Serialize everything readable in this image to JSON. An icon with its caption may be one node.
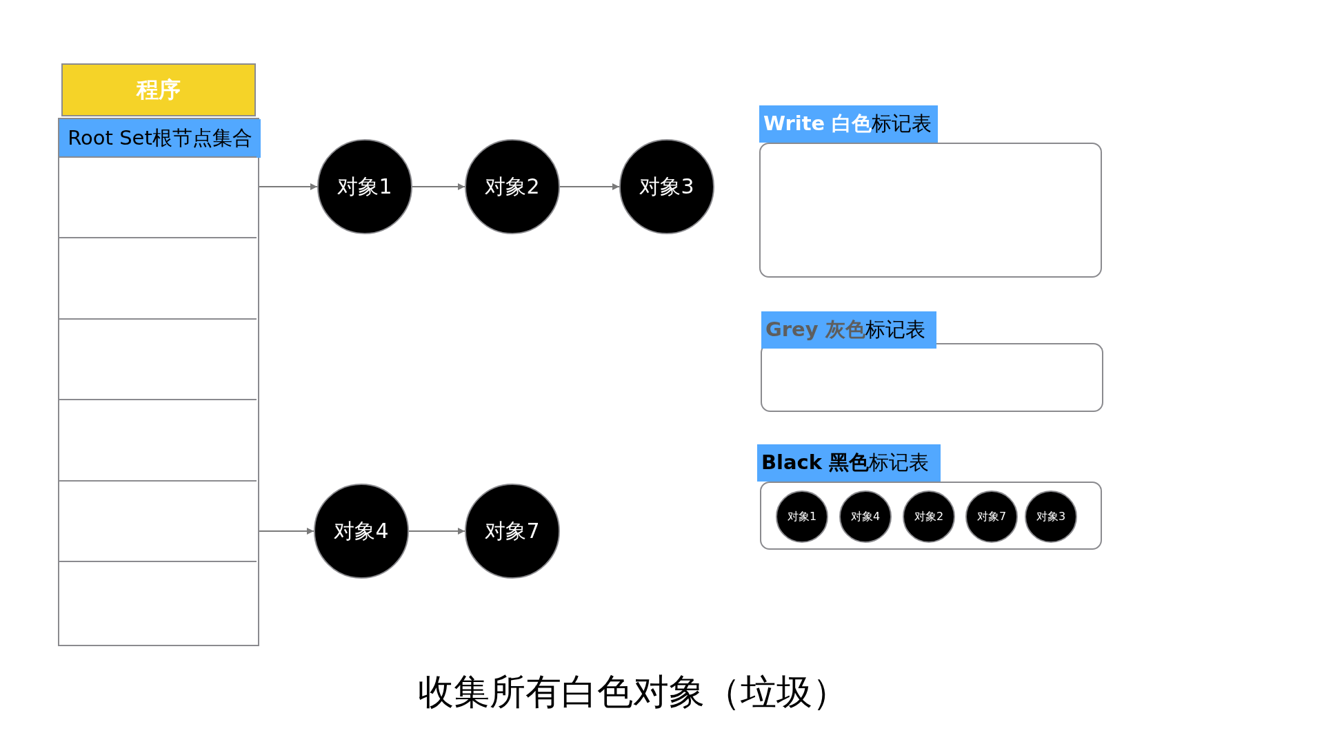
{
  "diagram": {
    "caption": "收集所有白色对象（垃圾）",
    "nodes": [
      {
        "text": [
          "程序"
        ]
      },
      {
        "text": [
          "Root Set根节点集合"
        ]
      },
      {
        "text": [],
        "shape": "box",
        "in": 1
      },
      {
        "text": [],
        "shape": "box",
        "in": 1
      },
      {
        "text": [],
        "shape": "box",
        "in": 1
      },
      {
        "text": [],
        "shape": "box",
        "in": 1
      },
      {
        "text": [],
        "shape": "box",
        "in": 1
      },
      {
        "text": [],
        "shape": "box",
        "in": 1
      },
      {
        "text": [
          "对象1"
        ]
      },
      {
        "text": [
          "对象2"
        ]
      },
      {
        "text": [
          "对象3"
        ]
      },
      {
        "text": [
          "对象4"
        ]
      },
      {
        "text": [
          "对象7"
        ]
      },
      {
        "text": [
          "**Write 白色**标记表"
        ]
      },
      {
        "text": [
          "**Grey 灰色**标记表"
        ]
      },
      {
        "text": [
          "**Black 黑色**标记表"
        ]
      },
      {
        "text": [
          "对象1"
        ],
        "in": 15
      },
      {
        "text": [
          "对象4"
        ],
        "in": 15
      },
      {
        "text": [
          "对象2"
        ],
        "in": 15
      },
      {
        "text": [
          "对象7"
        ],
        "in": 15
      },
      {
        "text": [
          "对象3"
        ],
        "in": 15
      }
    ],
    "edges": [
      {
        "from": 2,
        "to": 8,
        "arrow": "to"
      },
      {
        "from": 8,
        "to": 9,
        "arrow": "to"
      },
      {
        "from": 9,
        "to": 10,
        "arrow": "to"
      },
      {
        "from": 6,
        "to": 11,
        "arrow": "to"
      },
      {
        "from": 11,
        "to": 12,
        "arrow": "to"
      }
    ]
  }
}
